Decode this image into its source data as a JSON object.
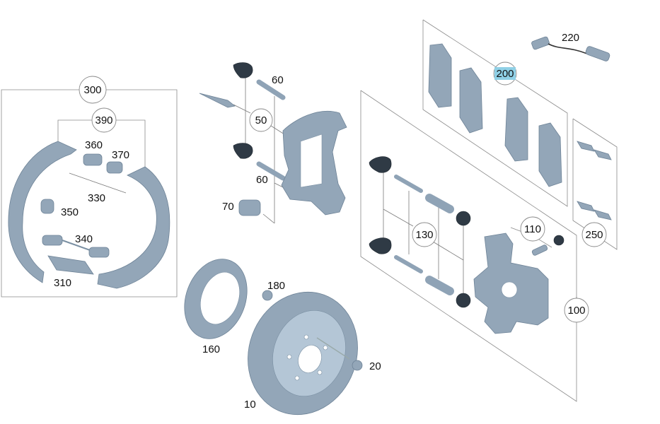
{
  "diagram": {
    "title": "Rear brake assembly exploded parts diagram",
    "highlight_color": "#8fd0e6",
    "part_color": "#93a6b8",
    "callouts": {
      "c300": "300",
      "c390": "390",
      "c360": "360",
      "c370": "370",
      "c330": "330",
      "c350": "350",
      "c340": "340",
      "c310": "310",
      "c60a": "60",
      "c50": "50",
      "c60b": "60",
      "c70": "70",
      "c220": "220",
      "c200": "200",
      "c130": "130",
      "c110": "110",
      "c250": "250",
      "c100": "100",
      "c180": "180",
      "c160": "160",
      "c20": "20",
      "c10": "10"
    },
    "selected_callout": "200"
  }
}
